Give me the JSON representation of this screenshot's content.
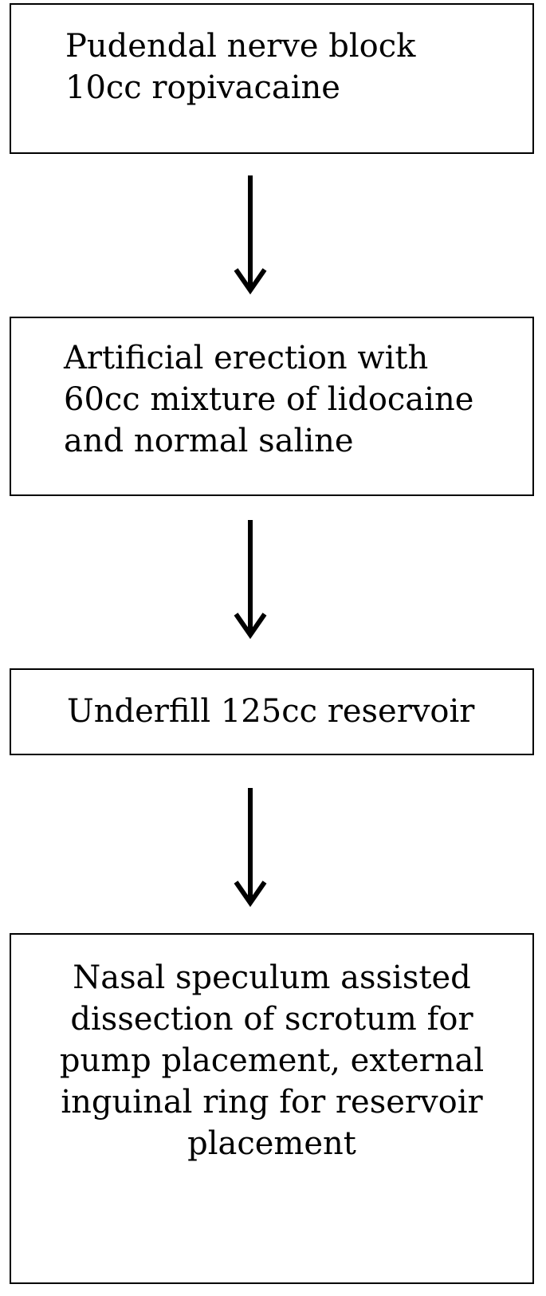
{
  "flowchart": {
    "steps": [
      {
        "text": "Pudendal nerve block\n10cc ropivacaine"
      },
      {
        "text": "Artificial erection with\n60cc mixture of lidocaine\nand normal saline"
      },
      {
        "text": "Underfill 125cc reservoir"
      },
      {
        "text": "Nasal speculum assisted\ndissection of scrotum for\npump placement, external\ninguinal ring for reservoir\nplacement"
      }
    ],
    "colors": {
      "border": "#000000",
      "text": "#000000",
      "arrow": "#000000",
      "background": "#ffffff"
    }
  }
}
